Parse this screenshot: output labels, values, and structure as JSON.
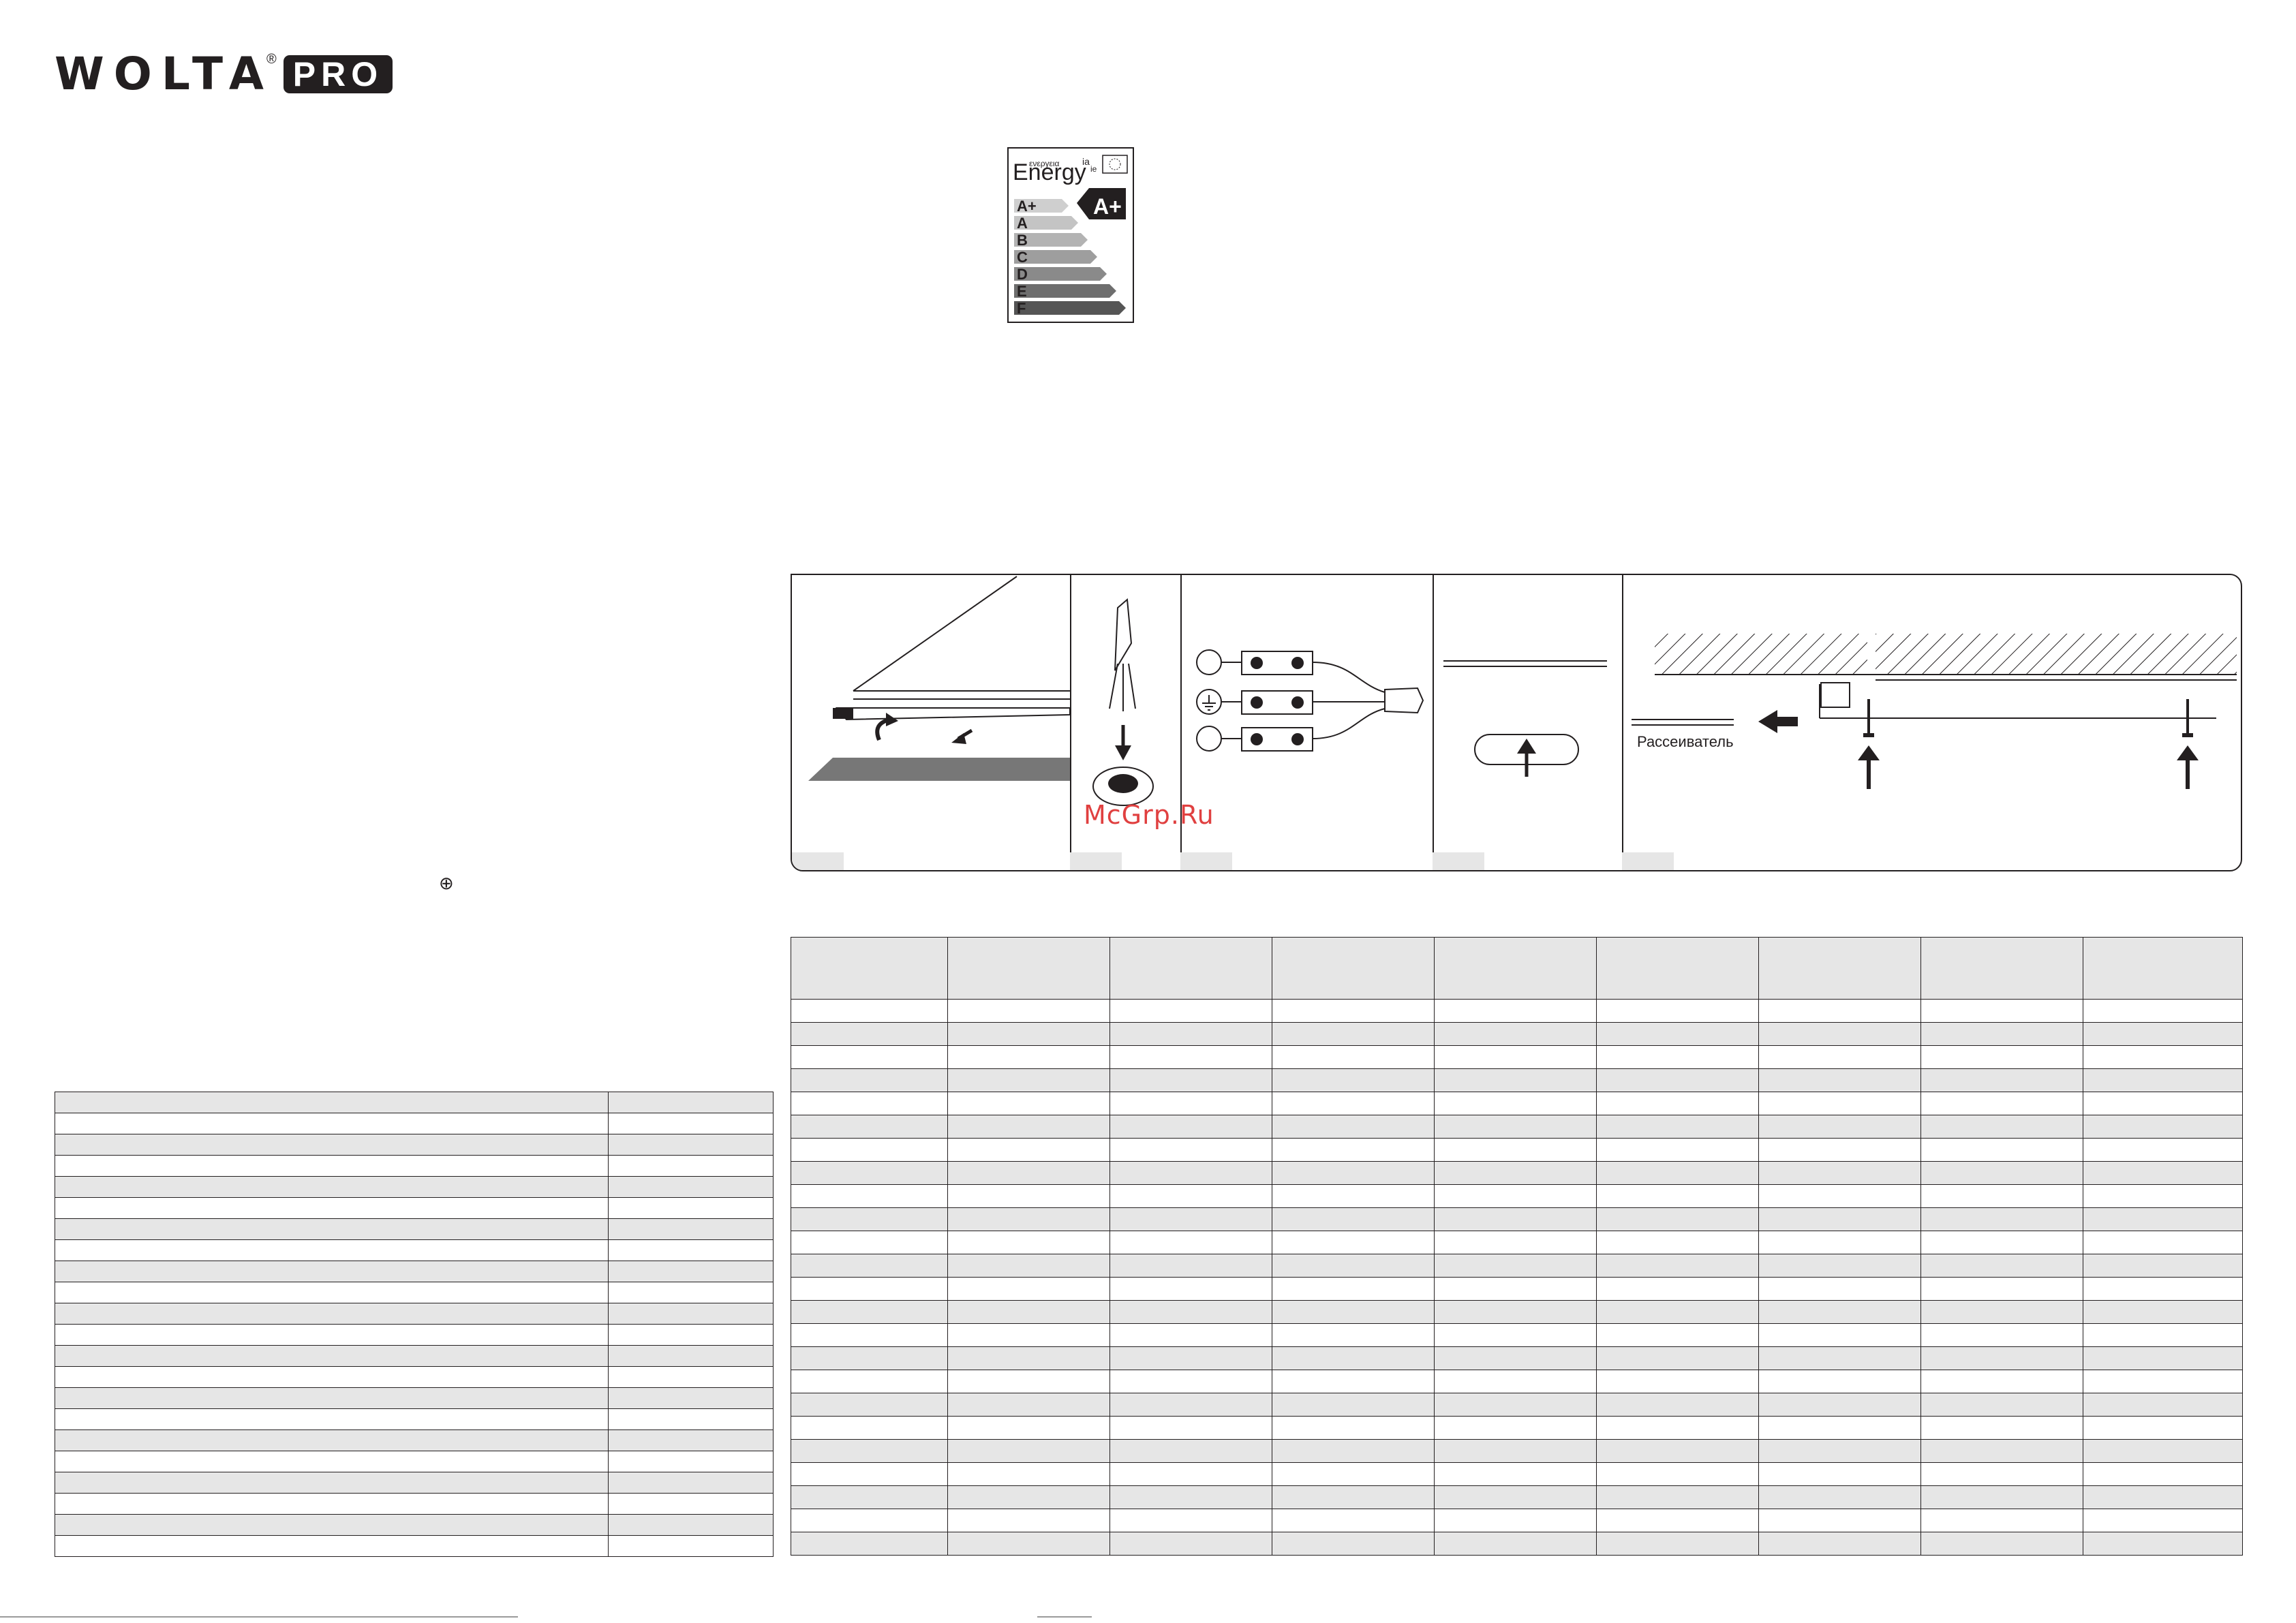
{
  "brand": {
    "wordmark": "WOLTA",
    "registered": "®",
    "badge": "PRO"
  },
  "energy_label": {
    "title_main": "Energy",
    "title_superscripts": [
      "ενεργεια",
      "ia",
      "ie"
    ],
    "current_class": "A+",
    "classes": [
      "A+",
      "A",
      "B",
      "C",
      "D",
      "E",
      "F"
    ],
    "flag-icon": "eu-flag-icon"
  },
  "diagrams": {
    "diffuser_label": "Рассеиватель",
    "panels": [
      "panel-1",
      "panel-2",
      "panel-3",
      "panel-4",
      "panel-5"
    ]
  },
  "watermark": "McGrp.Ru",
  "ground_symbol": "⊕",
  "left_table": {
    "rows": 22,
    "columns": 2
  },
  "right_table": {
    "header_columns": 9,
    "rows": 24
  }
}
